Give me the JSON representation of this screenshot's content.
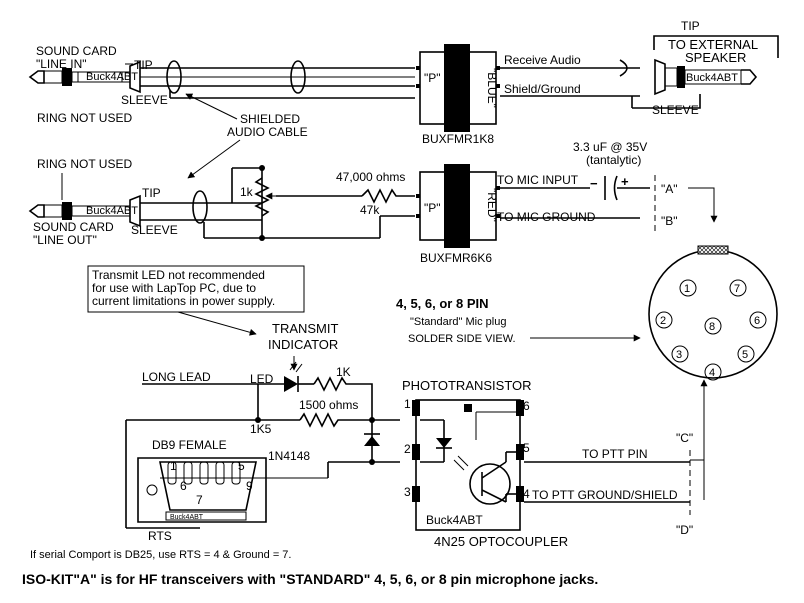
{
  "labels": {
    "sound_card_line_in": [
      "SOUND CARD",
      "\"LINE IN\""
    ],
    "tip_top": "TIP",
    "sleeve_top": "SLEEVE",
    "ring_not_used_top": "RING NOT USED",
    "shielded_audio_cable": [
      "SHIELDED",
      "AUDIO CABLE"
    ],
    "ring_not_used_mid": "RING NOT USED",
    "tip_mid": "TIP",
    "sleeve_mid": "SLEEVE",
    "sound_card_line_out": [
      "SOUND CARD",
      "\"LINE OUT\""
    ],
    "jack_brand": "Buck4ABT",
    "xfmr1_p": "\"P\"",
    "xfmr1_blue": "\"BLUE\"",
    "xfmr1_part": "BUXFMR1K8",
    "receive_audio": "Receive Audio",
    "shield_ground": "Shield/Ground",
    "tip_right": "TIP",
    "external_speaker": [
      "TO EXTERNAL",
      "SPEAKER"
    ],
    "sleeve_right": "SLEEVE",
    "pot_1k": "1k",
    "r47k_ohms": "47,000 ohms",
    "r47k": "47k",
    "xfmr2_p": "\"P\"",
    "xfmr2_red": "\"RED\"",
    "xfmr2_part": "BUXFMR6K6",
    "cap_value": [
      "3.3 uF @ 35V",
      "(tantalytic)"
    ],
    "to_mic_input": "TO MIC INPUT",
    "to_mic_ground": "TO MIC GROUND",
    "cap_minus": "−",
    "cap_plus": "+",
    "pin_a": "\"A\"",
    "pin_b": "\"B\"",
    "transmit_led_note": [
      "Transmit LED not recommended",
      "for use with LapTop PC, due to",
      "current limitations in power supply."
    ],
    "pin_plug_title": "4, 5, 6, or 8 PIN",
    "standard_mic_plug": "\"Standard\" Mic plug",
    "solder_side_view": "SOLDER SIDE VIEW.",
    "transmit_indicator": [
      "TRANSMIT",
      "INDICATOR"
    ],
    "long_lead": "LONG LEAD",
    "led": "LED",
    "r1k": "1K",
    "phototransistor": "PHOTOTRANSISTOR",
    "r1500_ohms": "1500 ohms",
    "r1k5": "1K5",
    "db9_female": "DB9 FEMALE",
    "diode_part": "1N4148",
    "rts": "RTS",
    "pin_1": "1",
    "pin_2": "2",
    "pin_3": "3",
    "pin_4": "4",
    "pin_5": "5",
    "pin_6": "6",
    "to_ptt_pin": "TO  PTT PIN",
    "to_ptt_ground": "TO PTT GROUND/SHIELD",
    "pin_c": "\"C\"",
    "pin_d": "\"D\"",
    "opto_part": "4N25  OPTOCOUPLER",
    "db25_note": "If serial Comport is DB25, use RTS = 4 & Ground = 7.",
    "footer": "ISO-KIT\"A\" is for HF transceivers with \"STANDARD\"  4, 5, 6, or 8 pin microphone jacks.",
    "db9_pins": [
      "1",
      "5",
      "6",
      "9",
      "7"
    ],
    "mic_pins": [
      "1",
      "7",
      "2",
      "8",
      "6",
      "3",
      "5",
      "4"
    ]
  }
}
